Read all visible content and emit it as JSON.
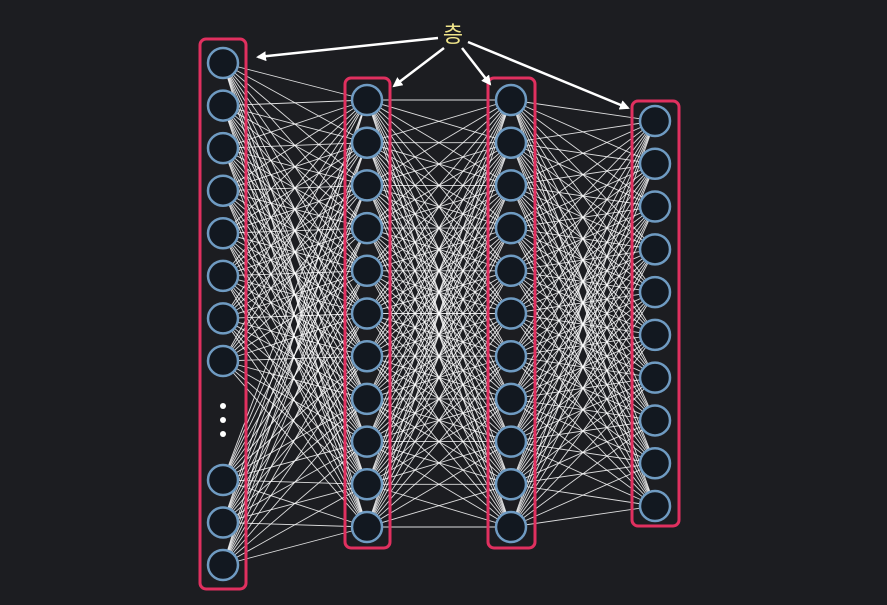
{
  "annotation": {
    "label": "층",
    "color": "#f0e58a"
  },
  "colors": {
    "background": "#1c1d21",
    "node_stroke": "#6f9bc2",
    "node_fill": "#121820",
    "layer_box": "#e0305f",
    "connection": "#ffffff",
    "arrow": "#ffffff"
  },
  "layers": [
    {
      "name": "input-layer",
      "visible_nodes": 11,
      "ellipsis": true
    },
    {
      "name": "hidden-layer-1",
      "visible_nodes": 11,
      "ellipsis": false
    },
    {
      "name": "hidden-layer-2",
      "visible_nodes": 11,
      "ellipsis": false
    },
    {
      "name": "output-layer",
      "visible_nodes": 10,
      "ellipsis": false
    }
  ]
}
